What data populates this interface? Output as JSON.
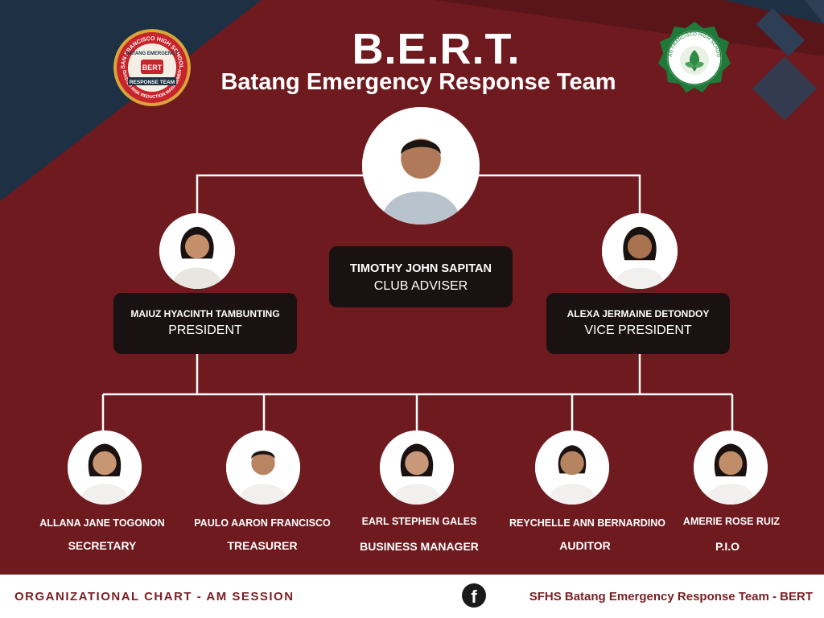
{
  "header": {
    "title": "B.E.R.T.",
    "subtitle": "Batang Emergency Response Team",
    "left_logo": {
      "icon": "bert-badge-logo",
      "text_top": "SAN FRANCISCO HIGH SCHOOL",
      "text_inner": "BATANG EMERGENCY",
      "text_center": "BERT",
      "text_band": "RESPONSE TEAM",
      "text_bottom": "DISASTER RISK REDUCTION MANAGEMENT"
    },
    "right_logo": {
      "icon": "school-seal-logo",
      "text_ring": "SAN FRANCISCO HIGH SCHOOL"
    }
  },
  "colors": {
    "background": "#6e1a1f",
    "accent_navy": "#1e3044",
    "box": "#1a1112",
    "footer_text": "#7a1f23"
  },
  "adviser": {
    "name": "TIMOTHY JOHN SAPITAN",
    "role": "CLUB ADVISER"
  },
  "president": {
    "name": "MAIUZ HYACINTH TAMBUNTING",
    "role": "PRESIDENT"
  },
  "vice_president": {
    "name": "ALEXA JERMAINE DETONDOY",
    "role": "VICE PRESIDENT"
  },
  "members": [
    {
      "name": "ALLANA JANE TOGONON",
      "role": "SECRETARY"
    },
    {
      "name": "PAULO AARON FRANCISCO",
      "role": "TREASURER"
    },
    {
      "name": "EARL STEPHEN GALES",
      "role": "BUSINESS MANAGER"
    },
    {
      "name": "REYCHELLE ANN BERNARDINO",
      "role": "AUDITOR"
    },
    {
      "name": "AMERIE ROSE RUIZ",
      "role": "P.I.O"
    }
  ],
  "footer": {
    "left": "ORGANIZATIONAL CHART - AM SESSION",
    "right": "SFHS Batang Emergency Response Team - BERT",
    "fb_icon": "facebook-icon",
    "fb_glyph": "f"
  }
}
